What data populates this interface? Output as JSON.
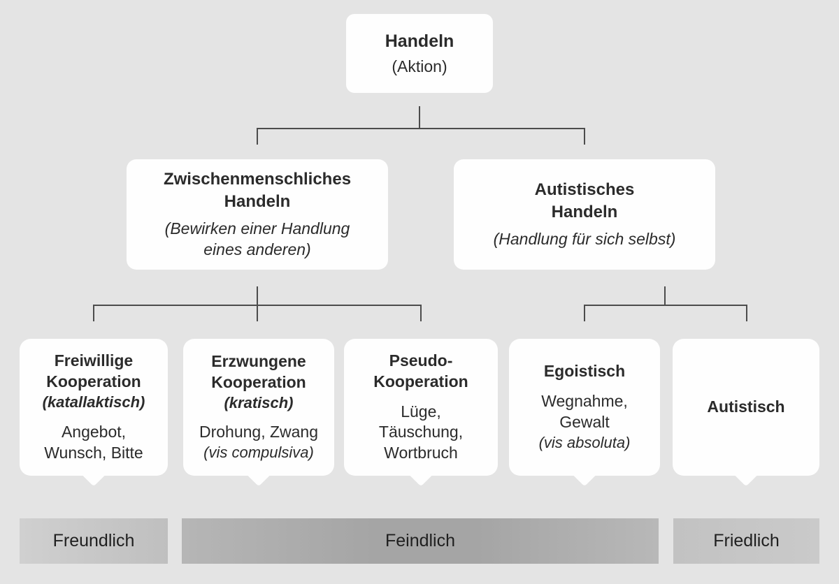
{
  "colors": {
    "background": "#e4e4e4",
    "node_fill": "#fefefe",
    "text": "#2b2b2b",
    "connector": "#4c4c4c",
    "bar_light": "#cccccc",
    "bar_dark": "#a5a5a5"
  },
  "root": {
    "title": "Handeln",
    "subtitle": "(Aktion)"
  },
  "branches": [
    {
      "title": "Zwischenmenschliches\nHandeln",
      "subtitle": "(Bewirken einer Handlung\neines anderen)"
    },
    {
      "title": "Autistisches\nHandeln",
      "subtitle": "(Handlung für sich selbst)"
    }
  ],
  "leaves": [
    {
      "title": "Freiwillige\nKooperation",
      "qualifier": "(katallaktisch)",
      "body": "Angebot,\nWunsch, Bitte",
      "note": ""
    },
    {
      "title": "Erzwungene\nKooperation",
      "qualifier": "(kratisch)",
      "body": "Drohung, Zwang",
      "note": "(vis compulsiva)"
    },
    {
      "title": "Pseudo-\nKooperation",
      "qualifier": "",
      "body": "Lüge,\nTäuschung,\nWortbruch",
      "note": ""
    },
    {
      "title": "Egoistisch",
      "qualifier": "",
      "body": "Wegnahme,\nGewalt",
      "note": "(vis absoluta)"
    },
    {
      "title": "Autistisch",
      "qualifier": "",
      "body": "",
      "note": ""
    }
  ],
  "bars": [
    {
      "label": "Freundlich"
    },
    {
      "label": "Feindlich"
    },
    {
      "label": "Friedlich"
    }
  ]
}
